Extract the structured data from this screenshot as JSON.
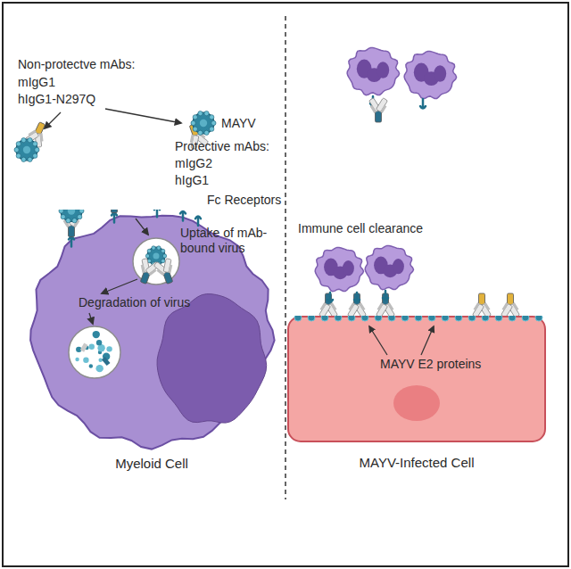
{
  "diagram": {
    "nodes": [
      {
        "text": [
          "Uptake of mAb-bound virus",
          "Degradation of virus",
          "Myeloid Cell"
        ]
      },
      {
        "text": [
          "MAYV E2 proteins",
          "MAYV-Infected Cell"
        ]
      }
    ],
    "labels": [
      "Non-protectve mAbs:",
      "mIgG1",
      "hIgG1-N297Q",
      "MAYV",
      "Protective mAbs:",
      "mIgG2",
      "hIgG1",
      "Fc Receptors",
      "Immune cell clearance"
    ]
  }
}
